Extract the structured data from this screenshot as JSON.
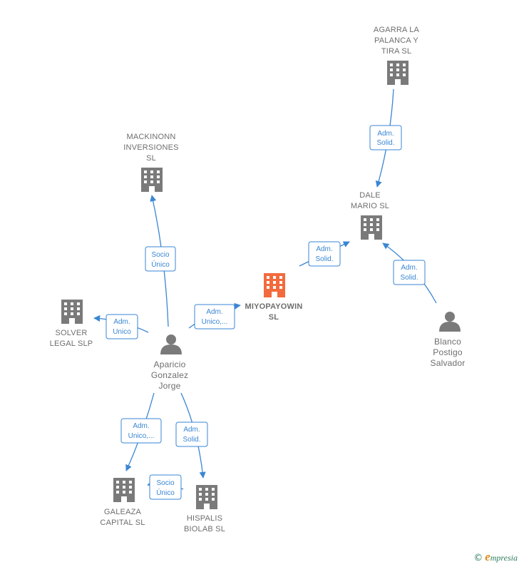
{
  "colors": {
    "edge": "#3a86d4",
    "node": "#7a7a7a",
    "center": "#f26a3d",
    "brand_green": "#2e7d5b",
    "brand_orange": "#e08a1e"
  },
  "nodes": [
    {
      "id": "agarra",
      "kind": "company",
      "icon": "building-icon",
      "lines": [
        "AGARRA LA",
        "PALANCA Y",
        "TIRA  SL"
      ]
    },
    {
      "id": "mackinonn",
      "kind": "company",
      "icon": "building-icon",
      "lines": [
        "MACKINONN",
        "INVERSIONES",
        "SL"
      ]
    },
    {
      "id": "dale",
      "kind": "company",
      "icon": "building-icon",
      "lines": [
        "DALE",
        "MARIO  SL"
      ]
    },
    {
      "id": "miyopayowin",
      "kind": "center",
      "icon": "building-icon",
      "lines": [
        "MIYOPAYOWIN",
        "SL"
      ]
    },
    {
      "id": "solver",
      "kind": "company",
      "icon": "building-icon",
      "lines": [
        "SOLVER",
        "LEGAL  SLP"
      ]
    },
    {
      "id": "aparicio",
      "kind": "person",
      "icon": "person-icon",
      "lines": [
        "Aparicio",
        "Gonzalez",
        "Jorge"
      ]
    },
    {
      "id": "blanco",
      "kind": "person",
      "icon": "person-icon",
      "lines": [
        "Blanco",
        "Postigo",
        "Salvador"
      ]
    },
    {
      "id": "galeaza",
      "kind": "company",
      "icon": "building-icon",
      "lines": [
        "GALEAZA",
        "CAPITAL  SL"
      ]
    },
    {
      "id": "hispalis",
      "kind": "company",
      "icon": "building-icon",
      "lines": [
        "HISPALIS",
        "BIOLAB  SL"
      ]
    }
  ],
  "edges": [
    {
      "id": "agarra-dale",
      "lines": [
        "Adm.",
        "Solid."
      ]
    },
    {
      "id": "aparicio-mackinonn",
      "lines": [
        "Socio",
        "Único"
      ]
    },
    {
      "id": "miyopayowin-dale",
      "lines": [
        "Adm.",
        "Solid."
      ]
    },
    {
      "id": "blanco-dale",
      "lines": [
        "Adm.",
        "Solid."
      ]
    },
    {
      "id": "aparicio-solver",
      "lines": [
        "Adm.",
        "Unico"
      ]
    },
    {
      "id": "aparicio-miyopayowin",
      "lines": [
        "Adm.",
        "Unico,..."
      ]
    },
    {
      "id": "aparicio-galeaza",
      "lines": [
        "Adm.",
        "Unico,..."
      ]
    },
    {
      "id": "aparicio-hispalis",
      "lines": [
        "Adm.",
        "Solid."
      ]
    },
    {
      "id": "hispalis-galeaza",
      "lines": [
        "Socio",
        "Único"
      ]
    }
  ],
  "footer": {
    "copyright": "©",
    "brand_initial": "e",
    "brand_rest": "mpresia"
  }
}
